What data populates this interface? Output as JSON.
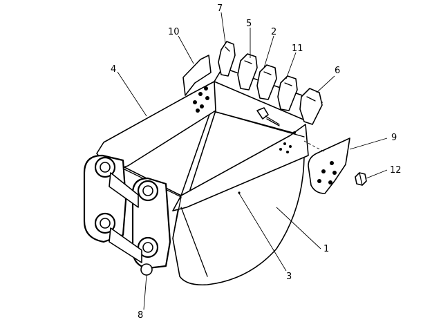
{
  "diagram": {
    "title": "",
    "callouts": [
      {
        "id": "1",
        "label": "1"
      },
      {
        "id": "2",
        "label": "2"
      },
      {
        "id": "3",
        "label": "3"
      },
      {
        "id": "4",
        "label": "4"
      },
      {
        "id": "5",
        "label": "5"
      },
      {
        "id": "6",
        "label": "6"
      },
      {
        "id": "7",
        "label": "7"
      },
      {
        "id": "8",
        "label": "8"
      },
      {
        "id": "9",
        "label": "9"
      },
      {
        "id": "10",
        "label": "10"
      },
      {
        "id": "11",
        "label": "11"
      },
      {
        "id": "12",
        "label": "12"
      }
    ]
  },
  "colors": {
    "ink": "#000000",
    "paper": "#ffffff"
  }
}
